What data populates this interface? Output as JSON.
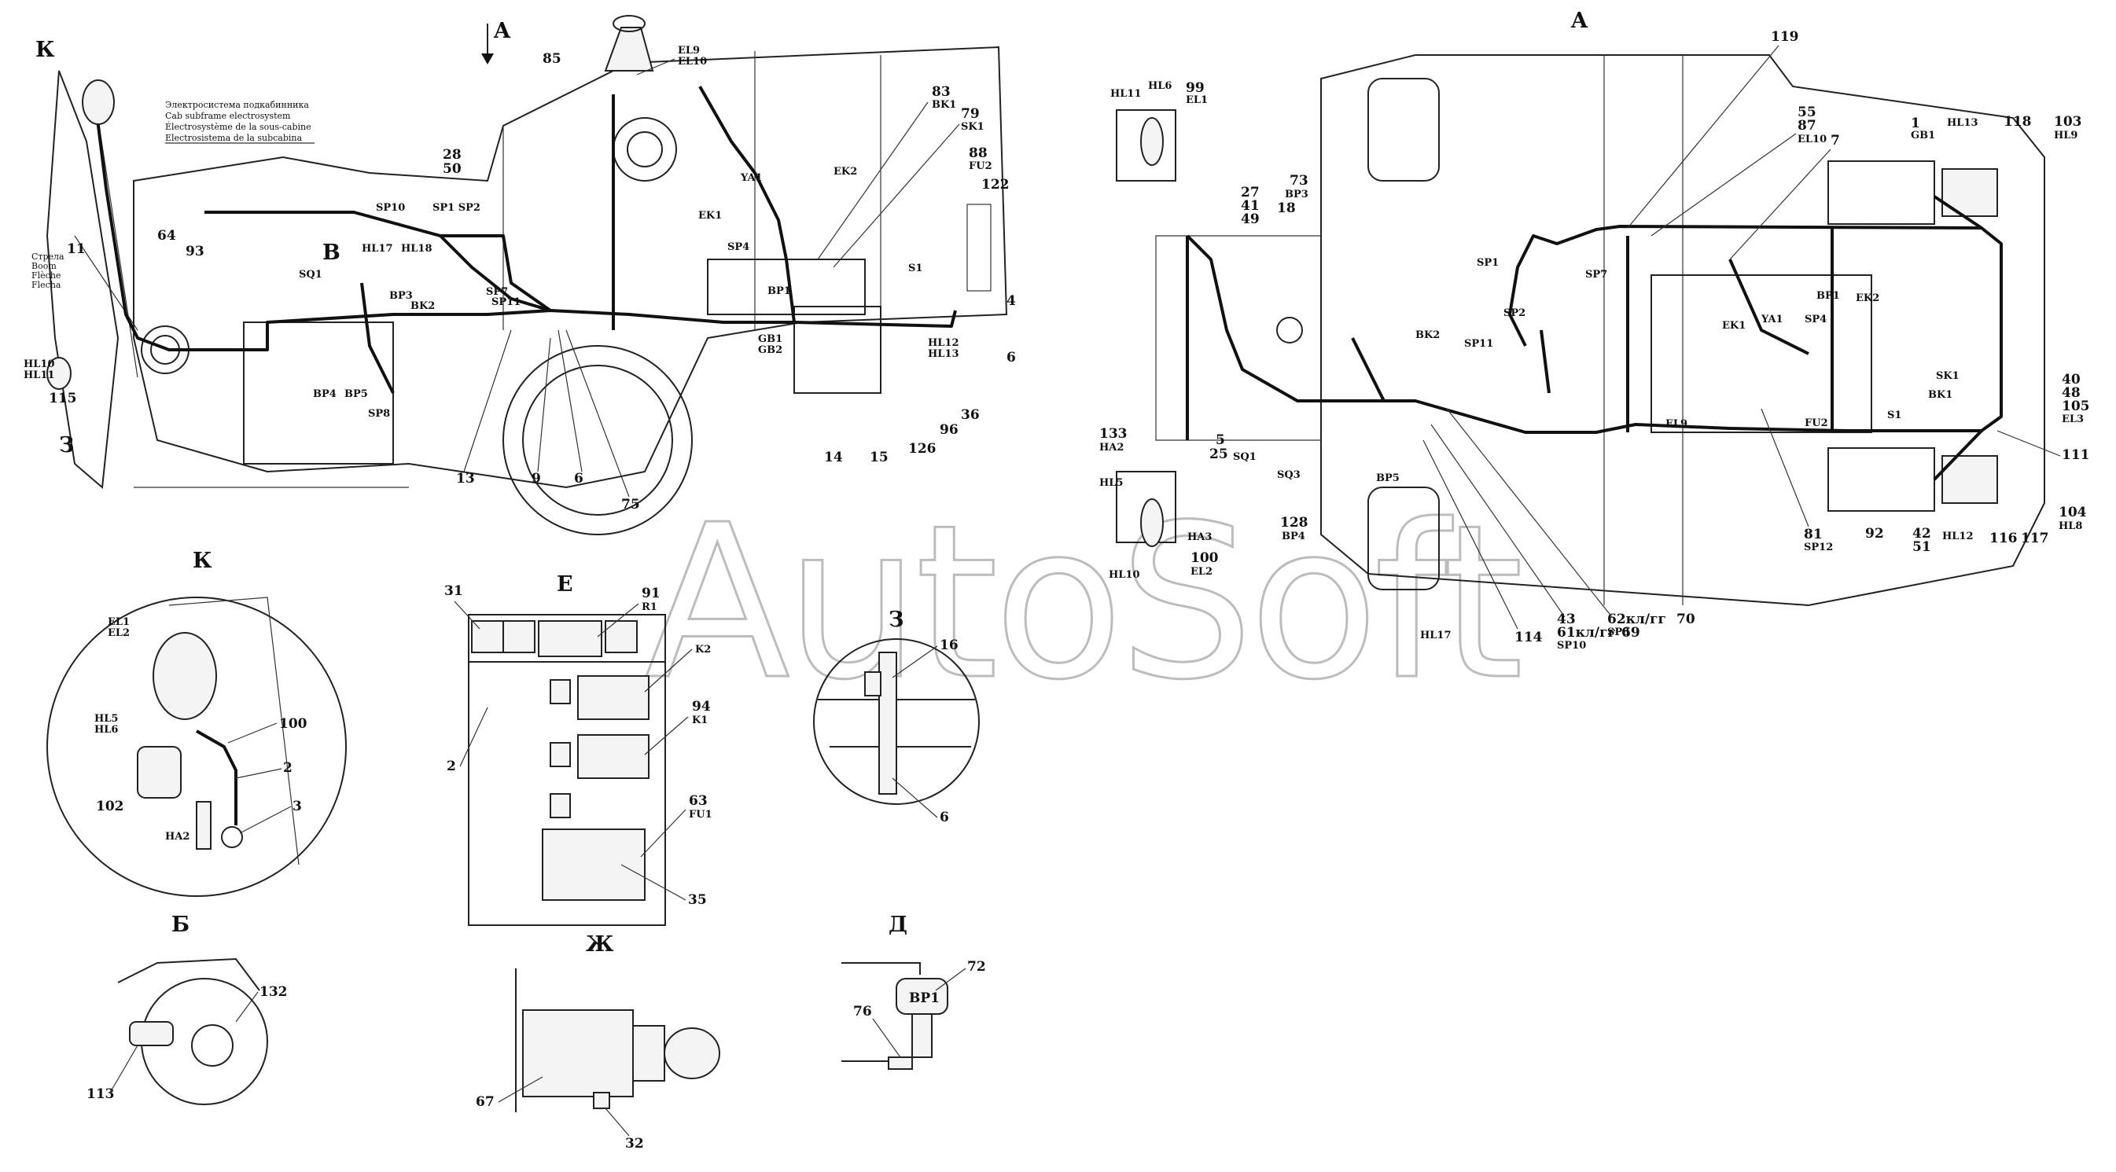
{
  "watermark": "AutoSoft",
  "views": {
    "A_top": "A",
    "A_arrow": "A",
    "K_top": "К",
    "K_detail": "К",
    "B_side": "Б",
    "V_side": "В",
    "E_detail": "Е",
    "Z_detail": "З",
    "Z_side": "З",
    "ZH_detail": "Ж",
    "D_detail": "Д"
  },
  "titles": {
    "subframe_ru": "Электросистема подкабинника",
    "subframe_en": "Cab subframe electrosystem",
    "subframe_fr": "Électrosystème de la sous-cabine",
    "subframe_es": "Electrosistema de la subcabina"
  },
  "boom_note": [
    "Стрела",
    "Boom",
    "Flèche",
    "Flecha"
  ],
  "callouts_side": {
    "c85": "85",
    "el9": "EL9",
    "el10": "EL10",
    "c83": "83",
    "bk1": "BK1",
    "c79": "79",
    "sk1": "SK1",
    "c88": "88",
    "fu2": "FU2",
    "c122": "122",
    "c28": "28",
    "c50": "50",
    "ya1": "YA1",
    "ek2": "EK2",
    "ek1": "EK1",
    "sp10": "SP10",
    "sp1sp2": "SP1 SP2",
    "sp4": "SP4",
    "bp1": "BP1",
    "s1": "S1",
    "c64": "64",
    "c93": "93",
    "c11": "11",
    "hl10": "HL10",
    "hl11": "HL11",
    "c115": "115",
    "sq1": "SQ1",
    "hl17": "HL17",
    "hl18": "HL18",
    "bp3": "BP3",
    "bk2": "BK2",
    "sp7": "SP7",
    "sp11": "SP11",
    "bp4": "BP4",
    "bp5": "BP5",
    "sp8": "SP8",
    "gb1": "GB1",
    "gb2": "GB2",
    "hl12": "HL12",
    "hl13": "HL13",
    "c4": "4",
    "c6": "6",
    "c36": "36",
    "c96": "96",
    "c126": "126",
    "c14": "14",
    "c15": "15",
    "c13": "13",
    "c9": "9",
    "c6b": "6",
    "c75": "75"
  },
  "callouts_top": {
    "hl11": "HL11",
    "hl6": "HL6",
    "c99": "99",
    "el1": "EL1",
    "c27": "27",
    "c41": "41",
    "c49": "49",
    "c73": "73",
    "bp3": "BP3",
    "c18": "18",
    "c119": "119",
    "c55": "55",
    "c87": "87",
    "el10": "EL10",
    "c7": "7",
    "c1": "1",
    "gb1": "GB1",
    "hl13": "HL13",
    "c118": "118",
    "c103": "103",
    "hl9": "HL9",
    "sp1": "SP1",
    "sp2": "SP2",
    "sp11": "SP11",
    "bk2": "BK2",
    "sp7": "SP7",
    "ya1": "YA1",
    "sp4": "SP4",
    "bp1": "BP1",
    "ek1": "EK1",
    "ek2": "EK2",
    "sk1": "SK1",
    "bk1": "BK1",
    "s1": "S1",
    "fu2": "FU2",
    "el9": "EL9",
    "c40": "40",
    "c48": "48",
    "c105": "105",
    "el3": "EL3",
    "c111": "111",
    "c133": "133",
    "ha2": "HA2",
    "c5": "5",
    "c25": "25",
    "sq1": "SQ1",
    "sq3": "SQ3",
    "bp5": "BP5",
    "hl5": "HL5",
    "ha3": "HA3",
    "c100": "100",
    "el2": "EL2",
    "hl10": "HL10",
    "c128": "128",
    "bp4": "BP4",
    "hl17": "HL17",
    "c114": "114",
    "c43": "43",
    "c61": "61кл/гг",
    "c69": "69",
    "sp10": "SP10",
    "c62": "62кл/гг",
    "c70": "70",
    "sp8": "SP8",
    "c81": "81",
    "sp12": "SP12",
    "c92": "92",
    "c42": "42",
    "c51": "51",
    "hl12": "HL12",
    "c116": "116",
    "c117": "117",
    "c104": "104",
    "hl8": "HL8"
  },
  "callouts_K": {
    "el1": "EL1",
    "el2": "EL2",
    "hl5": "HL5",
    "hl6": "HL6",
    "c100": "100",
    "c2": "2",
    "c3": "3",
    "c102": "102",
    "ha2": "HA2"
  },
  "callouts_E": {
    "c31": "31",
    "c91": "91",
    "r1": "R1",
    "k2": "K2",
    "c94": "94",
    "k1": "K1",
    "c63": "63",
    "fu1": "FU1",
    "c35": "35",
    "c2": "2"
  },
  "callouts_Z": {
    "c16": "16",
    "c6": "6"
  },
  "callouts_B": {
    "c132": "132",
    "c113": "113"
  },
  "callouts_ZH": {
    "c67": "67",
    "c32": "32"
  },
  "callouts_D": {
    "c72": "72",
    "c76": "76",
    "bp1": "BP1"
  }
}
